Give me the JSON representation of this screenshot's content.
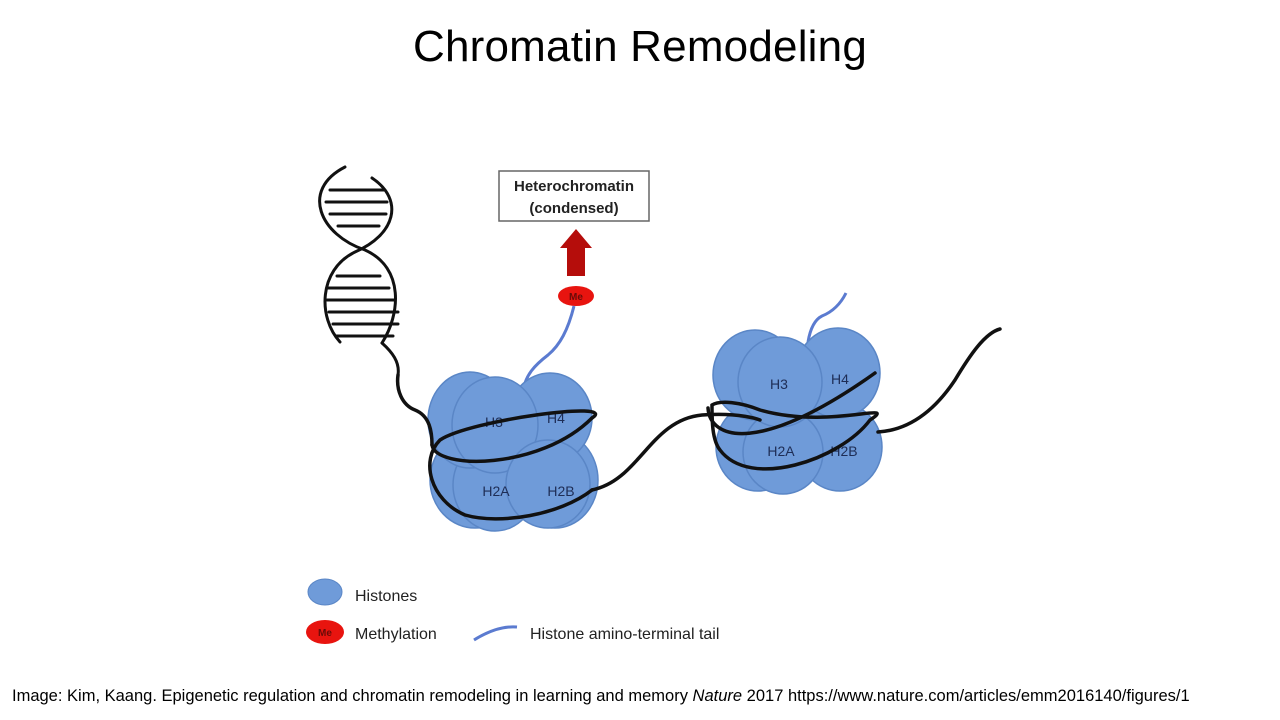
{
  "slide": {
    "title": "Chromatin Remodeling"
  },
  "diagram": {
    "box_label": {
      "line1": "Heterochromatin",
      "line2": "(condensed)"
    },
    "methyl_tag": "Me",
    "nucleosome_left": {
      "h3": "H3",
      "h4": "H4",
      "h2a": "H2A",
      "h2b": "H2B"
    },
    "nucleosome_right": {
      "h3": "H3",
      "h4": "H4",
      "h2a": "H2A",
      "h2b": "H2B"
    },
    "legend": {
      "histones": "Histones",
      "methylation": "Methylation",
      "tail": "Histone amino-terminal tail",
      "me_tag": "Me"
    },
    "colors": {
      "histone": "#6f9bd9",
      "histone_stroke": "#5a86c6",
      "tail": "#5b7bd0",
      "methyl": "#e8140f",
      "arrow": "#b50d0b",
      "dna": "#111111"
    }
  },
  "caption": {
    "prefix": "Image: Kim, Kaang. Epigenetic regulation and chromatin remodeling in learning and memory ",
    "journal": "Nature",
    "suffix": " 2017  https://www.nature.com/articles/emm2016140/figures/1"
  }
}
